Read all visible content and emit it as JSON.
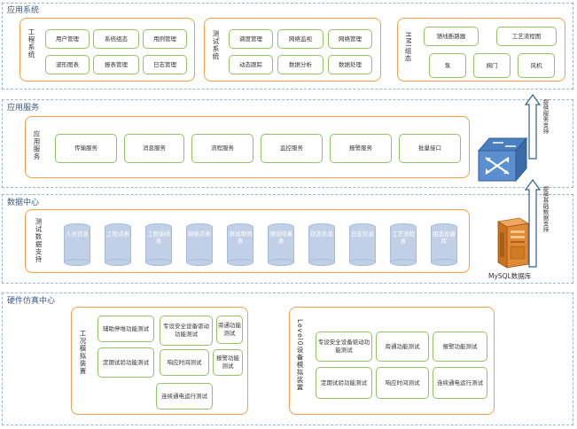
{
  "layers": {
    "app_system": "应用系统",
    "app_service": "应用服务",
    "data_center": "数据中心",
    "hw_sim": "硬件仿真中心"
  },
  "app_system": {
    "engineering": {
      "title": "工程系统",
      "items": [
        "用户管理",
        "系统组态",
        "用例管理",
        "波形图表",
        "报表管理",
        "日志管理"
      ]
    },
    "test": {
      "title": "测试系统",
      "items": [
        "调度管理",
        "网络监视",
        "网络管理",
        "动态跟踪",
        "数据分析",
        "数据处理"
      ]
    },
    "hmi": {
      "title": "HMI组态",
      "items": [
        "馈线断路器",
        "工艺流程图",
        "泵",
        "阀门",
        "风机"
      ]
    }
  },
  "app_service": {
    "title": "应用服务",
    "items": [
      "传输服务",
      "消息服务",
      "流程服务",
      "监控服务",
      "报警服务",
      "批量接口"
    ]
  },
  "data_center": {
    "title": "测试数据支持",
    "cylinders": [
      "人员信息",
      "工程点表",
      "工程接线表",
      "网络点表",
      "测试用例表",
      "测试结果表",
      "状态信息",
      "日志信息",
      "工艺流程表",
      "组态设备库"
    ],
    "db_label": "MySQL数据库"
  },
  "hw_sim": {
    "ws": {
      "title": "工况模拟装置",
      "items": [
        "辅助停堆功能测试",
        "专设安全设备驱动功能测试",
        "旁通功能测试",
        "定期试验功能测试",
        "响应时间测试",
        "报警功能测试",
        "连续通电运行测试"
      ]
    },
    "levelo": {
      "title": "Level0设备模拟装置",
      "items": [
        "专设安全设备驱动功能测试",
        "旁通功能测试",
        "报警功能测试",
        "定期试验功能测试",
        "响应时间测试",
        "连续通电运行测试"
      ]
    }
  },
  "arrows": {
    "top": "提供服务支持",
    "bottom": "提供基础数据支持"
  },
  "colors": {
    "orange_border": "#f2a04a",
    "green_border": "#93c266",
    "layer_border": "#9db6cf",
    "cylinder": "#c1d0e6",
    "db_orange": "#d9822b"
  }
}
